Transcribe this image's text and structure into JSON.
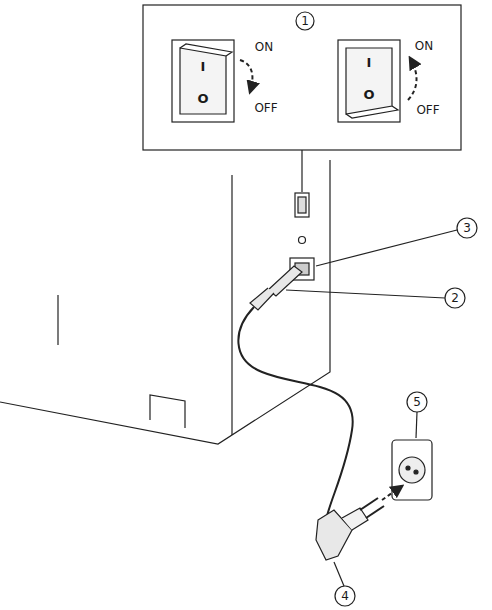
{
  "diagram": {
    "labels": [
      "1",
      "ON",
      "OFF",
      "I",
      "O",
      "ON",
      "OFF",
      "I",
      "O",
      "3",
      "2",
      "5",
      "4"
    ]
  }
}
